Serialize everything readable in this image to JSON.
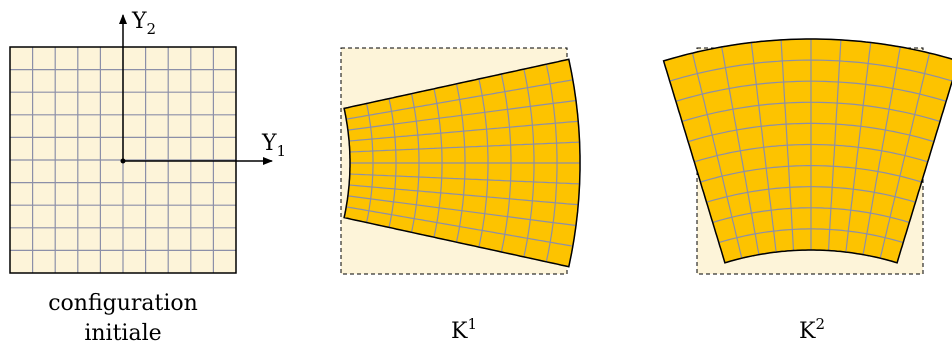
{
  "axes": {
    "y1_letter": "Y",
    "y1_sub": "1",
    "y2_letter": "Y",
    "y2_sub": "2"
  },
  "panels": [
    {
      "id": "initial",
      "caption_line1": "configuration",
      "caption_line2": "initiale"
    },
    {
      "id": "k1",
      "caption_letter": "K",
      "caption_sup": "1"
    },
    {
      "id": "k2",
      "caption_letter": "K",
      "caption_sup": "2"
    }
  ],
  "colors": {
    "fill_light": "#fdf4d9",
    "fill_deformed": "#fdc300",
    "grid": "#8c8fa8",
    "outline": "#000000"
  },
  "grid_cells": 10
}
